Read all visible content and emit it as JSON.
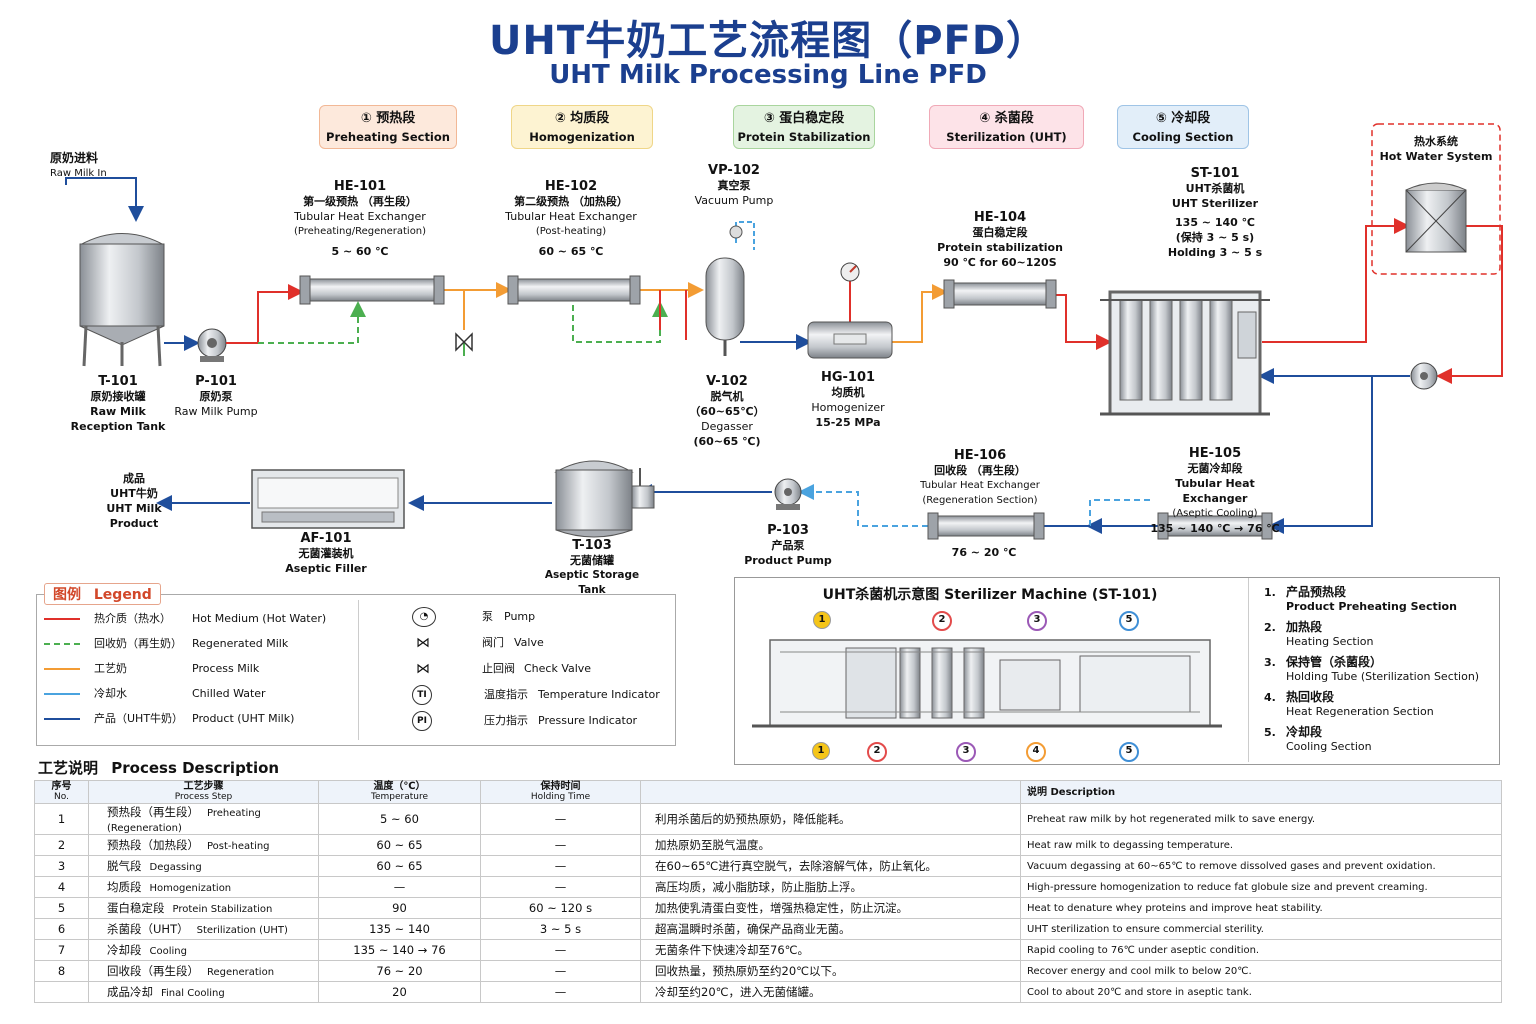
{
  "title_cn": "UHT牛奶工艺流程图（PFD）",
  "title_en": "UHT Milk Processing Line PFD",
  "sections": [
    {
      "cn": "① 预热段",
      "en": "Preheating Section",
      "color": "#fde9dc",
      "border": "#f2b896"
    },
    {
      "cn": "② 均质段",
      "en": "Homogenization",
      "color": "#fdf3d2",
      "border": "#efd688"
    },
    {
      "cn": "③ 蛋白稳定段",
      "en": "Protein Stabilization",
      "color": "#e4f3e1",
      "border": "#a9d59e"
    },
    {
      "cn": "④ 杀菌段",
      "en": "Sterilization (UHT)",
      "color": "#fde3e8",
      "border": "#f0a9b7"
    },
    {
      "cn": "⑤ 冷却段",
      "en": "Cooling Section",
      "color": "#e2eef9",
      "border": "#9fc4e6"
    }
  ],
  "raw_in": {
    "cn": "原奶进料",
    "en": "Raw Milk In"
  },
  "equipment": {
    "t101": {
      "tag": "T-101",
      "cn": "原奶接收罐",
      "en1": "Raw Milk",
      "en2": "Reception Tank"
    },
    "p101": {
      "tag": "P-101",
      "cn": "原奶泵",
      "en": "Raw Milk Pump"
    },
    "he101": {
      "tag": "HE-101",
      "cn": "第一级预热 （再生段）",
      "en1": "Tubular Heat Exchanger",
      "en2": "(Preheating/Regeneration)",
      "temp": "5 ~ 60 ℃"
    },
    "he102": {
      "tag": "HE-102",
      "cn": "第二级预热 （加热段）",
      "en1": "Tubular Heat Exchanger",
      "en2": "(Post-heating)",
      "temp": "60 ~ 65 ℃"
    },
    "vp102": {
      "tag": "VP-102",
      "cn": "真空泵",
      "en": "Vacuum Pump"
    },
    "v102": {
      "tag": "V-102",
      "cn": "脱气机 （60~65℃）",
      "en": "Degasser",
      "temp": "(60~65 ℃)"
    },
    "hg101": {
      "tag": "HG-101",
      "cn": "均质机",
      "en": "Homogenizer",
      "pressure": "15-25 MPa"
    },
    "he104": {
      "tag": "HE-104",
      "cn": "蛋白稳定段",
      "en": "Protein stabilization",
      "cond": "90 ℃ for 60~120S"
    },
    "st101": {
      "tag": "ST-101",
      "cn": "UHT杀菌机",
      "en": "UHT Sterilizer",
      "temp": "135 ~ 140 ℃",
      "hold_cn": "(保持 3 ~ 5 s)",
      "hold_en": "Holding 3 ~ 5 s"
    },
    "hws": {
      "cn": "热水系统",
      "en": "Hot Water System"
    },
    "he105": {
      "tag": "HE-105",
      "cn": "无菌冷却段",
      "en1": "Tubular Heat Exchanger",
      "en2": "(Aseptic Cooling)",
      "temp": "135 ~ 140 ℃ → 76 ℃"
    },
    "he106": {
      "tag": "HE-106",
      "cn": "回收段 （再生段）",
      "en1": "Tubular Heat Exchanger",
      "en2": "(Regeneration Section)",
      "temp": "76 ~ 20 ℃"
    },
    "p103": {
      "tag": "P-103",
      "cn": "产品泵",
      "en": "Product Pump"
    },
    "t103": {
      "tag": "T-103",
      "cn": "无菌储罐",
      "en": "Aseptic Storage Tank"
    },
    "af101": {
      "tag": "AF-101",
      "cn": "无菌灌装机",
      "en": "Aseptic Filler"
    },
    "product": {
      "cn": "成品",
      "l2": "UHT牛奶",
      "l3": "UHT Milk",
      "l4": "Product"
    }
  },
  "legend": {
    "title_cn": "图例",
    "title_en": "Legend",
    "lines": [
      {
        "cn": "热介质（热水）",
        "en": "Hot Medium (Hot Water)",
        "color": "#e0302a",
        "dash": false
      },
      {
        "cn": "回收奶（再生奶）",
        "en": "Regenerated Milk",
        "color": "#4caf50",
        "dash": true
      },
      {
        "cn": "工艺奶",
        "en": "Process Milk",
        "color": "#f39c34",
        "dash": false
      },
      {
        "cn": "冷却水",
        "en": "Chilled Water",
        "color": "#4aa3df",
        "dash": false
      },
      {
        "cn": "产品（UHT牛奶）",
        "en": "Product (UHT Milk)",
        "color": "#1f4e9c",
        "dash": false
      }
    ],
    "symbols": [
      {
        "cn": "泵",
        "en": "Pump",
        "icon": "pump-icon",
        "glyph": "⊙"
      },
      {
        "cn": "阀门",
        "en": "Valve",
        "icon": "valve-icon",
        "glyph": "⋈"
      },
      {
        "cn": "止回阀",
        "en": "Check Valve",
        "icon": "check-valve-icon",
        "glyph": "⋈"
      },
      {
        "cn": "温度指示",
        "en": "Temperature Indicator",
        "icon": "temperature-indicator-icon",
        "glyph": "TI"
      },
      {
        "cn": "压力指示",
        "en": "Pressure Indicator",
        "icon": "pressure-indicator-icon",
        "glyph": "PI"
      }
    ]
  },
  "sterilizer_panel": {
    "title": "UHT杀菌机示意图  Sterilizer Machine (ST-101)",
    "markers": [
      "1",
      "2",
      "3",
      "4",
      "5"
    ],
    "marker_colors": [
      "#f5c518",
      "#e34b4b",
      "#9b59b6",
      "#f39c34",
      "#3f8fd6"
    ],
    "items": [
      {
        "n": "1.",
        "cn": "产品预热段",
        "en": "Product Preheating Section"
      },
      {
        "n": "2.",
        "cn": "加热段",
        "en": "Heating Section"
      },
      {
        "n": "3.",
        "cn": "保持管（杀菌段）",
        "en": "Holding Tube (Sterilization Section)"
      },
      {
        "n": "4.",
        "cn": "热回收段",
        "en": "Heat Regeneration Section"
      },
      {
        "n": "5.",
        "cn": "冷却段",
        "en": "Cooling Section"
      }
    ]
  },
  "process": {
    "heading_cn": "工艺说明",
    "heading_en": "Process Description",
    "headers": {
      "no_cn": "序号",
      "no_en": "No.",
      "step_cn": "工艺步骤",
      "step_en": "Process Step",
      "temp_cn": "温度（℃）",
      "temp_en": "Temperature",
      "hold_cn": "保持时间",
      "hold_en": "Holding Time",
      "desc": "说明  Description"
    },
    "rows": [
      {
        "no": "1",
        "step_cn": "预热段（再生段）",
        "step_en": "Preheating (Regeneration)",
        "temp": "5 ~ 60",
        "hold": "—",
        "desc_cn": "利用杀菌后的奶预热原奶，降低能耗。",
        "desc_en": "Preheat raw milk by hot regenerated milk to save energy."
      },
      {
        "no": "2",
        "step_cn": "预热段（加热段）",
        "step_en": "Post-heating",
        "temp": "60 ~ 65",
        "hold": "—",
        "desc_cn": "加热原奶至脱气温度。",
        "desc_en": "Heat raw milk to degassing temperature."
      },
      {
        "no": "3",
        "step_cn": "脱气段",
        "step_en": "Degassing",
        "temp": "60 ~ 65",
        "hold": "—",
        "desc_cn": "在60~65℃进行真空脱气，去除溶解气体，防止氧化。",
        "desc_en": "Vacuum degassing at 60~65℃ to remove dissolved gases and prevent oxidation."
      },
      {
        "no": "4",
        "step_cn": "均质段",
        "step_en": "Homogenization",
        "temp": "—",
        "hold": "—",
        "desc_cn": "高压均质，减小脂肪球，防止脂肪上浮。",
        "desc_en": "High-pressure homogenization to reduce fat globule size and prevent creaming."
      },
      {
        "no": "5",
        "step_cn": "蛋白稳定段",
        "step_en": "Protein Stabilization",
        "temp": "90",
        "hold": "60 ~ 120 s",
        "desc_cn": "加热使乳清蛋白变性，增强热稳定性，防止沉淀。",
        "desc_en": "Heat to denature whey proteins and improve heat stability."
      },
      {
        "no": "6",
        "step_cn": "杀菌段（UHT）",
        "step_en": "Sterilization (UHT)",
        "temp": "135 ~ 140",
        "hold": "3 ~ 5 s",
        "desc_cn": "超高温瞬时杀菌，确保产品商业无菌。",
        "desc_en": "UHT sterilization to ensure commercial sterility."
      },
      {
        "no": "7",
        "step_cn": "冷却段",
        "step_en": "Cooling",
        "temp": "135 ~ 140 → 76",
        "hold": "—",
        "desc_cn": "无菌条件下快速冷却至76℃。",
        "desc_en": "Rapid cooling to 76℃ under aseptic condition."
      },
      {
        "no": "8",
        "step_cn": "回收段（再生段）",
        "step_en": "Regeneration",
        "temp": "76 ~ 20",
        "hold": "—",
        "desc_cn": "回收热量，预热原奶至约20℃以下。",
        "desc_en": "Recover energy and cool milk to below 20℃."
      },
      {
        "no": "",
        "step_cn": "成品冷却",
        "step_en": "Final Cooling",
        "temp": "20",
        "hold": "—",
        "desc_cn": "冷却至约20℃，进入无菌储罐。",
        "desc_en": "Cool to about 20℃ and store in aseptic tank."
      }
    ]
  }
}
